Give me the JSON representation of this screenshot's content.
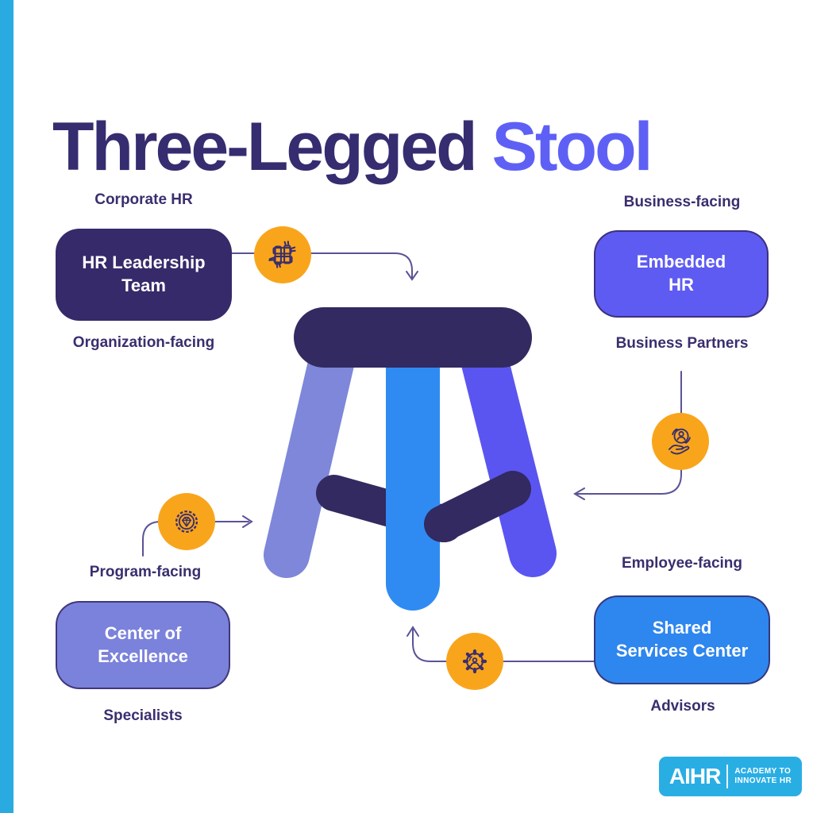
{
  "page": {
    "background": "#FFFFFF",
    "accent_stripe_color": "#29ABE2"
  },
  "title": {
    "part1": "Three-Legged",
    "part2": "Stool",
    "part1_color": "#352D70",
    "part2_color": "#5E60F5"
  },
  "nodes": {
    "hr_leadership": {
      "top_label": "Corporate HR",
      "line1": "HR Leadership",
      "line2": "Team",
      "bottom_label": "Organization-facing",
      "box_color": "#362A6A"
    },
    "embedded_hr": {
      "top_label": "Business-facing",
      "line1": "Embedded",
      "line2": "HR",
      "bottom_label": "Business Partners",
      "box_color": "#5E5BF2"
    },
    "center_of_excellence": {
      "top_label": "Program-facing",
      "line1": "Center of",
      "line2": "Excellence",
      "bottom_label": "Specialists",
      "box_color": "#7B82DB"
    },
    "shared_services": {
      "top_label": "Employee-facing",
      "line1": "Shared",
      "line2": "Services Center",
      "bottom_label": "Advisors",
      "box_color": "#2E86EF"
    }
  },
  "stool": {
    "seat_color": "#322A60",
    "left_leg_color": "#7E87D9",
    "center_leg_color": "#2F8BF2",
    "right_leg_color": "#5A55F0",
    "crossbar_color": "#322A60"
  },
  "connectors": {
    "line_color": "#5A5396"
  },
  "icons": {
    "circle_color": "#F9A51C",
    "glyph_color": "#3A2E6E",
    "top_left": "interlocked-hands-icon",
    "right": "employee-care-icon",
    "bottom": "gear-person-icon",
    "left": "quality-badge-icon"
  },
  "labels_color": "#3A2E6E",
  "logo": {
    "brand": "AIHR",
    "tagline_line1": "ACADEMY TO",
    "tagline_line2": "INNOVATE HR",
    "background": "#29AEE4"
  }
}
